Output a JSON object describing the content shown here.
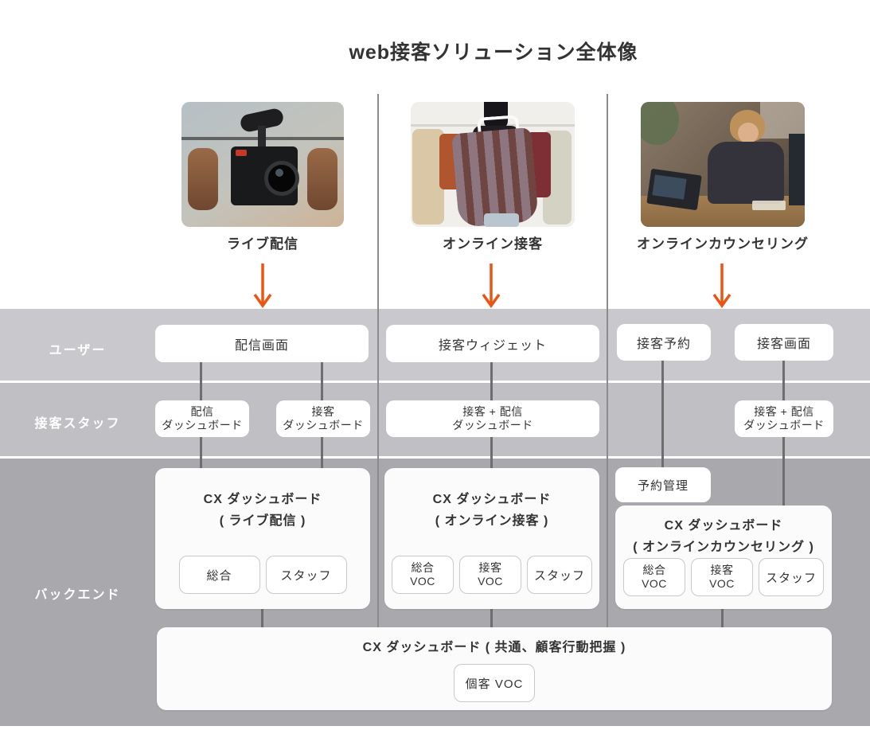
{
  "title": "web接客ソリューション全体像",
  "colors": {
    "accent_orange": "#ea5514",
    "band_user": "#c9c9cd",
    "band_staff": "#c0c0c4",
    "band_backend": "#a9a9ad",
    "connector_line": "#6e6e6e",
    "separator_line": "#8c8c8c",
    "card_bg": "#fbfbfb",
    "box_bg": "#ffffff",
    "text": "#333333"
  },
  "columns": [
    {
      "caption": "ライブ配信",
      "photo": "camera-rig"
    },
    {
      "caption": "オンライン接客",
      "photo": "clothes-shopping"
    },
    {
      "caption": "オンラインカウンセリング",
      "photo": "laptop-counseling"
    }
  ],
  "row_labels": {
    "user": "ユーザー",
    "staff": "接客スタッフ",
    "backend": "バックエンド"
  },
  "user_row": {
    "stream_screen": "配信画面",
    "widget": "接客ウィジェット",
    "reservation": "接客予約",
    "service_screen": "接客画面"
  },
  "staff_row": {
    "stream_dashboard": {
      "line1": "配信",
      "line2": "ダッシュボード"
    },
    "service_dashboard": {
      "line1": "接客",
      "line2": "ダッシュボード"
    },
    "combo_dashboard_mid": {
      "line1": "接客 + 配信",
      "line2": "ダッシュボード"
    },
    "combo_dashboard_right": {
      "line1": "接客 + 配信",
      "line2": "ダッシュボード"
    }
  },
  "backend": {
    "reservation_mgmt": "予約管理",
    "card_live": {
      "title_line1": "CX ダッシュボード",
      "title_line2": "( ライブ配信 )",
      "btn_total": "総合",
      "btn_staff": "スタッフ"
    },
    "card_online": {
      "title_line1": "CX ダッシュボード",
      "title_line2": "( オンライン接客 )",
      "btn1_line1": "総合",
      "btn1_line2": "VOC",
      "btn2_line1": "接客",
      "btn2_line2": "VOC",
      "btn3": "スタッフ"
    },
    "card_counseling": {
      "title_line1": "CX ダッシュボード",
      "title_line2": "( オンラインカウンセリング )",
      "btn1_line1": "総合",
      "btn1_line2": "VOC",
      "btn2_line1": "接客",
      "btn2_line2": "VOC",
      "btn3": "スタッフ"
    },
    "card_common": {
      "title": "CX ダッシュボード ( 共通、顧客行動把握 )",
      "btn": "個客 VOC"
    }
  }
}
